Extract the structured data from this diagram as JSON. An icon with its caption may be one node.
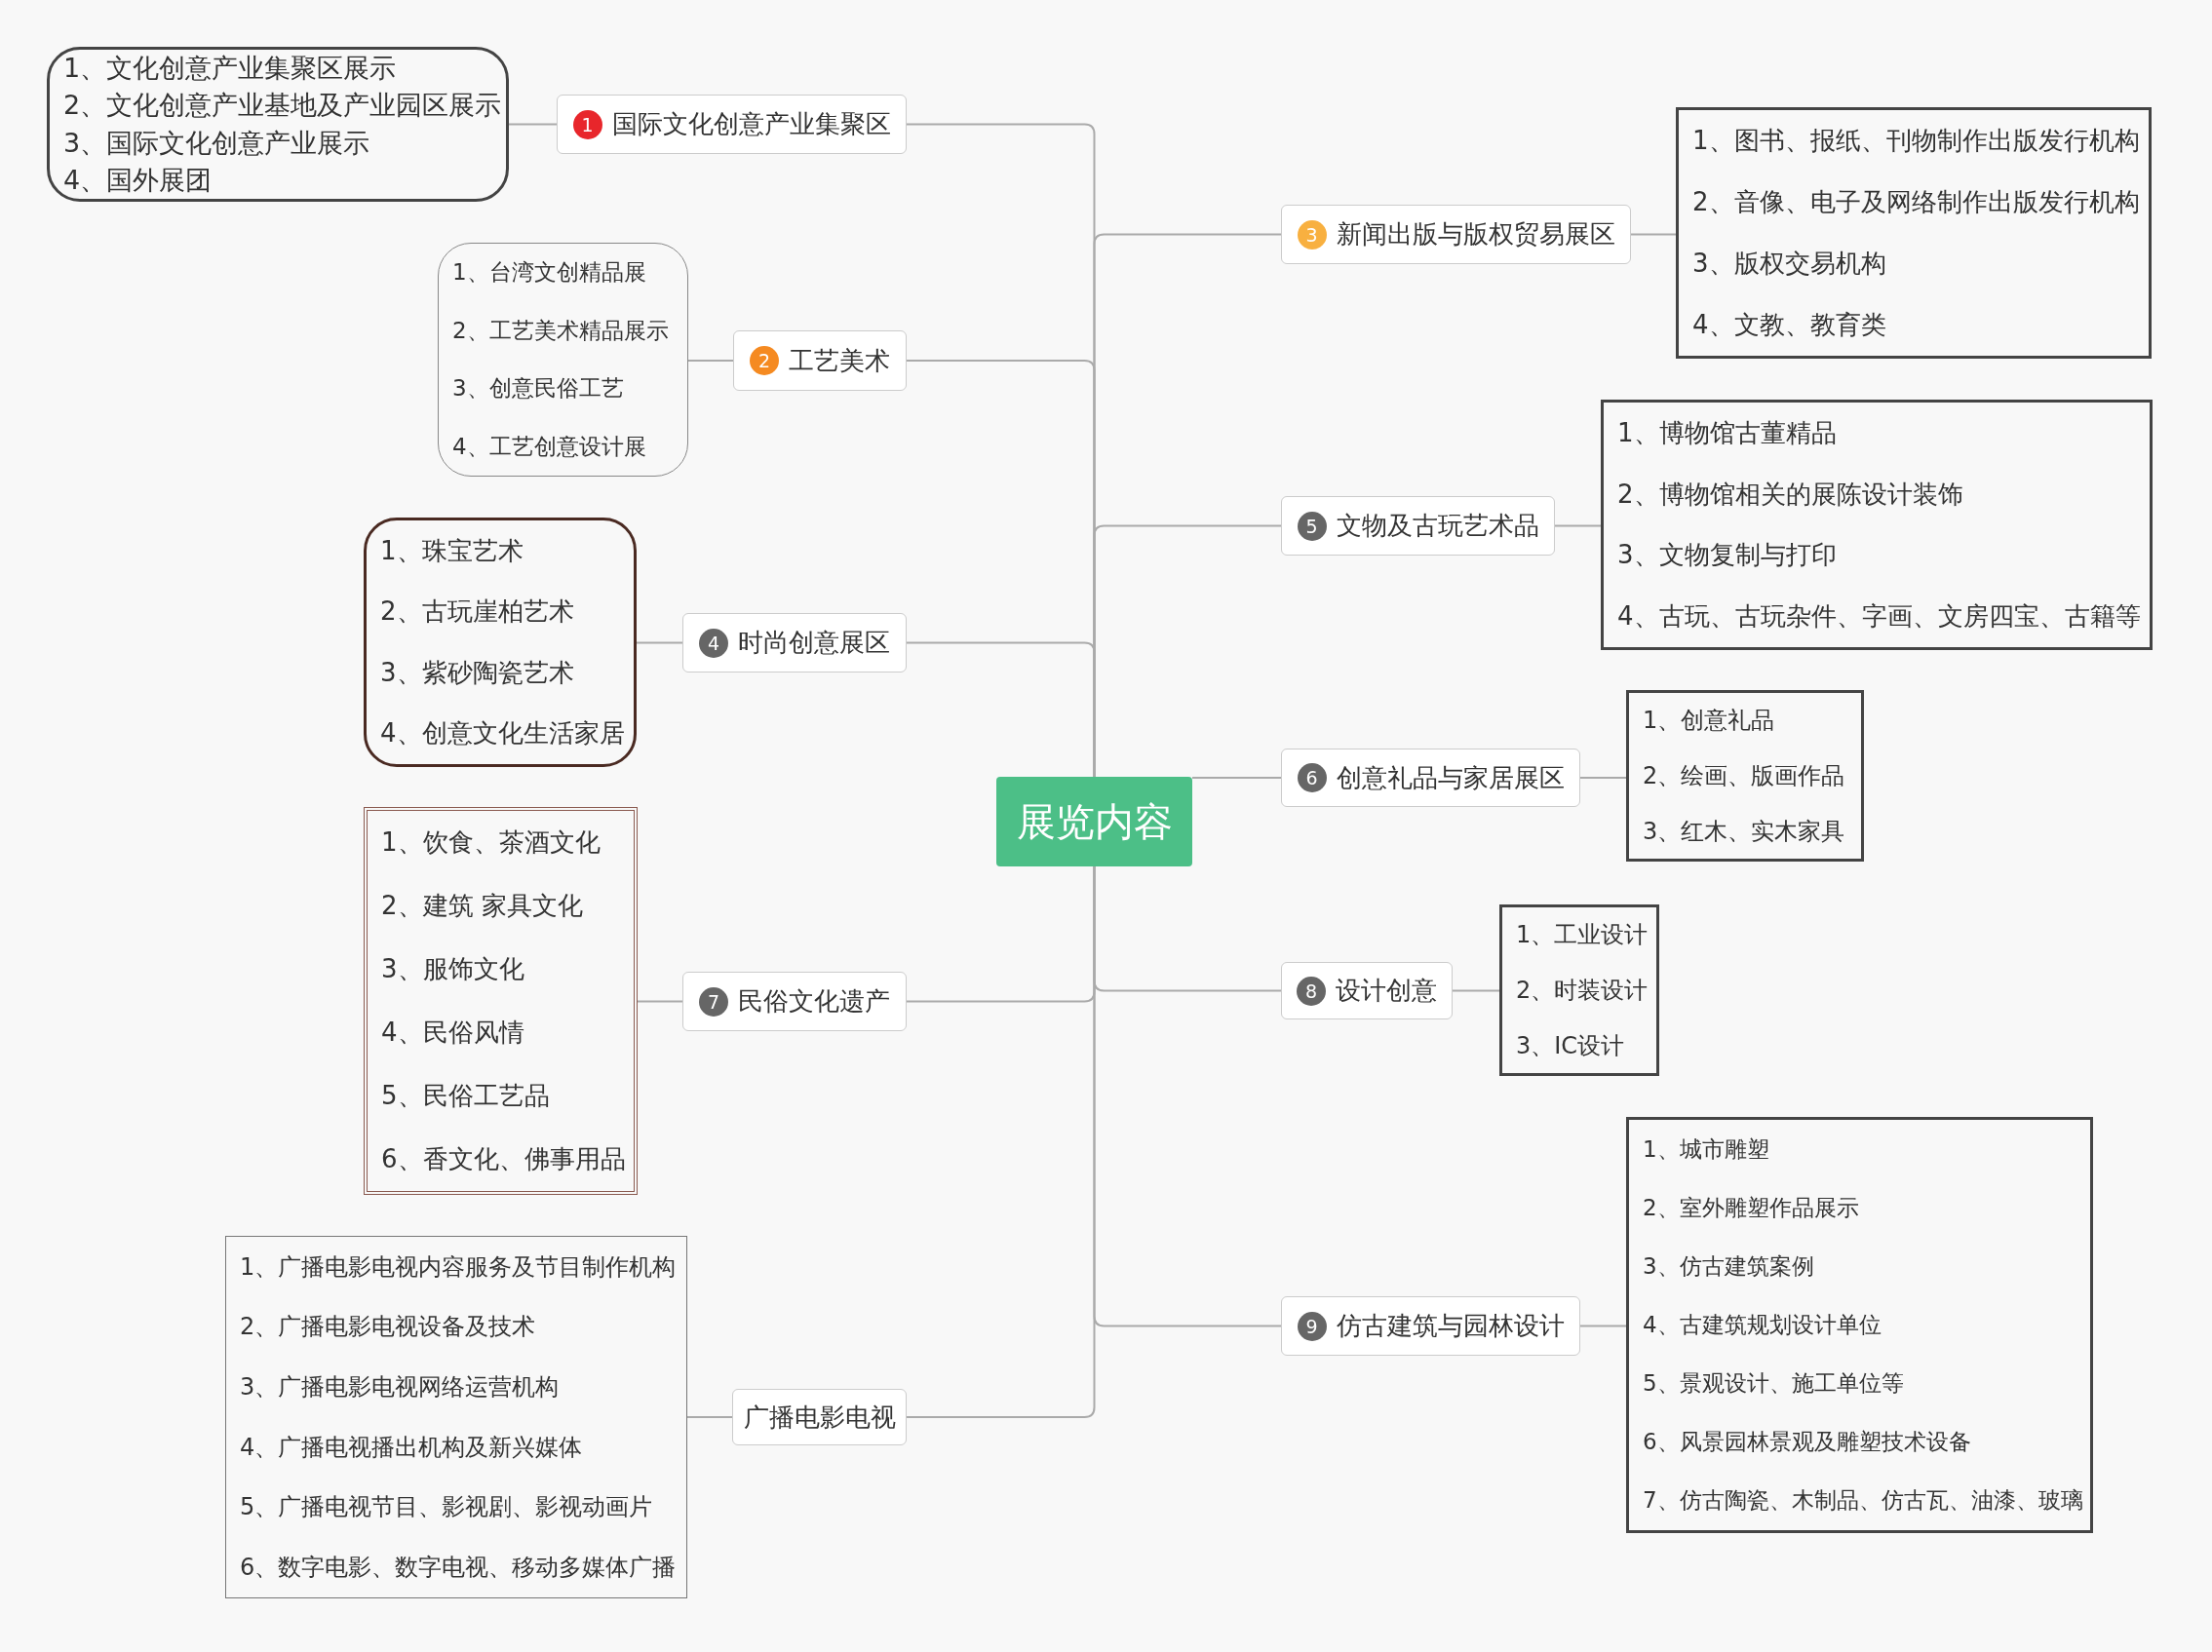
{
  "diagram": {
    "nodes": [
      {
        "text": [
          "展览内容"
        ]
      },
      {
        "text": [
          "1",
          "国际文化创意产业集聚区"
        ]
      },
      {
        "text": [
          "1、文化创意产业集聚区展示",
          "2、文化创意产业基地及产业园区展示",
          "3、国际文化创意产业展示",
          "4、国外展团"
        ]
      },
      {
        "text": [
          "2",
          "工艺美术"
        ]
      },
      {
        "text": [
          "1、台湾文创精品展",
          "2、工艺美术精品展示",
          "3、创意民俗工艺",
          "4、工艺创意设计展"
        ]
      },
      {
        "text": [
          "3",
          "新闻出版与版权贸易展区"
        ]
      },
      {
        "text": [
          "1、图书、报纸、刊物制作出版发行机构",
          "2、音像、电子及网络制作出版发行机构",
          "3、版权交易机构",
          "4、文教、教育类"
        ]
      },
      {
        "text": [
          "4",
          "时尚创意展区"
        ]
      },
      {
        "text": [
          "1、珠宝艺术",
          "2、古玩崖柏艺术",
          "3、紫砂陶瓷艺术",
          "4、创意文化生活家居"
        ]
      },
      {
        "text": [
          "5",
          "文物及古玩艺术品"
        ]
      },
      {
        "text": [
          "1、博物馆古董精品",
          "2、博物馆相关的展陈设计装饰",
          "3、文物复制与打印",
          "4、古玩、古玩杂件、字画、文房四宝、古籍等"
        ]
      },
      {
        "text": [
          "6",
          "创意礼品与家居展区"
        ]
      },
      {
        "text": [
          "1、创意礼品",
          "2、绘画、版画作品",
          "3、红木、实木家具"
        ]
      },
      {
        "text": [
          "7",
          "民俗文化遗产"
        ]
      },
      {
        "text": [
          "1、饮食、茶酒文化",
          "2、建筑 家具文化",
          "3、服饰文化",
          "4、民俗风情",
          "5、民俗工艺品",
          "6、香文化、佛事用品"
        ]
      },
      {
        "text": [
          "8",
          "设计创意"
        ]
      },
      {
        "text": [
          "1、工业设计",
          "2、时装设计",
          "3、IC设计"
        ]
      },
      {
        "text": [
          "9",
          "仿古建筑与园林设计"
        ]
      },
      {
        "text": [
          "1、城市雕塑",
          "2、室外雕塑作品展示",
          "3、仿古建筑案例",
          "4、古建筑规划设计单位",
          "5、景观设计、施工单位等",
          "6、风景园林景观及雕塑技术设备",
          "7、仿古陶瓷、木制品、仿古瓦、油漆、玻璃"
        ]
      },
      {
        "text": [
          "广播电影电视"
        ]
      },
      {
        "text": [
          "1、广播电影电视内容服务及节目制作机构",
          "2、广播电影电视设备及技术",
          "3、广播电影电视网络运营机构",
          "4、广播电视播出机构及新兴媒体",
          "5、广播电视节目、影视剧、影视动画片",
          "6、数字电影、数字电视、移动多媒体广播"
        ]
      }
    ],
    "edges": [
      {
        "from": 0,
        "to": 1,
        "arrow": "none"
      },
      {
        "from": 1,
        "to": 2,
        "arrow": "none"
      },
      {
        "from": 0,
        "to": 3,
        "arrow": "none"
      },
      {
        "from": 3,
        "to": 4,
        "arrow": "none"
      },
      {
        "from": 0,
        "to": 5,
        "arrow": "none"
      },
      {
        "from": 5,
        "to": 6,
        "arrow": "none"
      },
      {
        "from": 0,
        "to": 7,
        "arrow": "none"
      },
      {
        "from": 7,
        "to": 8,
        "arrow": "none"
      },
      {
        "from": 0,
        "to": 9,
        "arrow": "none"
      },
      {
        "from": 9,
        "to": 10,
        "arrow": "none"
      },
      {
        "from": 0,
        "to": 11,
        "arrow": "none"
      },
      {
        "from": 11,
        "to": 12,
        "arrow": "none"
      },
      {
        "from": 0,
        "to": 13,
        "arrow": "none"
      },
      {
        "from": 13,
        "to": 14,
        "arrow": "none"
      },
      {
        "from": 0,
        "to": 15,
        "arrow": "none"
      },
      {
        "from": 15,
        "to": 16,
        "arrow": "none"
      },
      {
        "from": 0,
        "to": 17,
        "arrow": "none"
      },
      {
        "from": 17,
        "to": 18,
        "arrow": "none"
      },
      {
        "from": 0,
        "to": 19,
        "arrow": "none"
      },
      {
        "from": 19,
        "to": 20,
        "arrow": "none"
      }
    ]
  }
}
